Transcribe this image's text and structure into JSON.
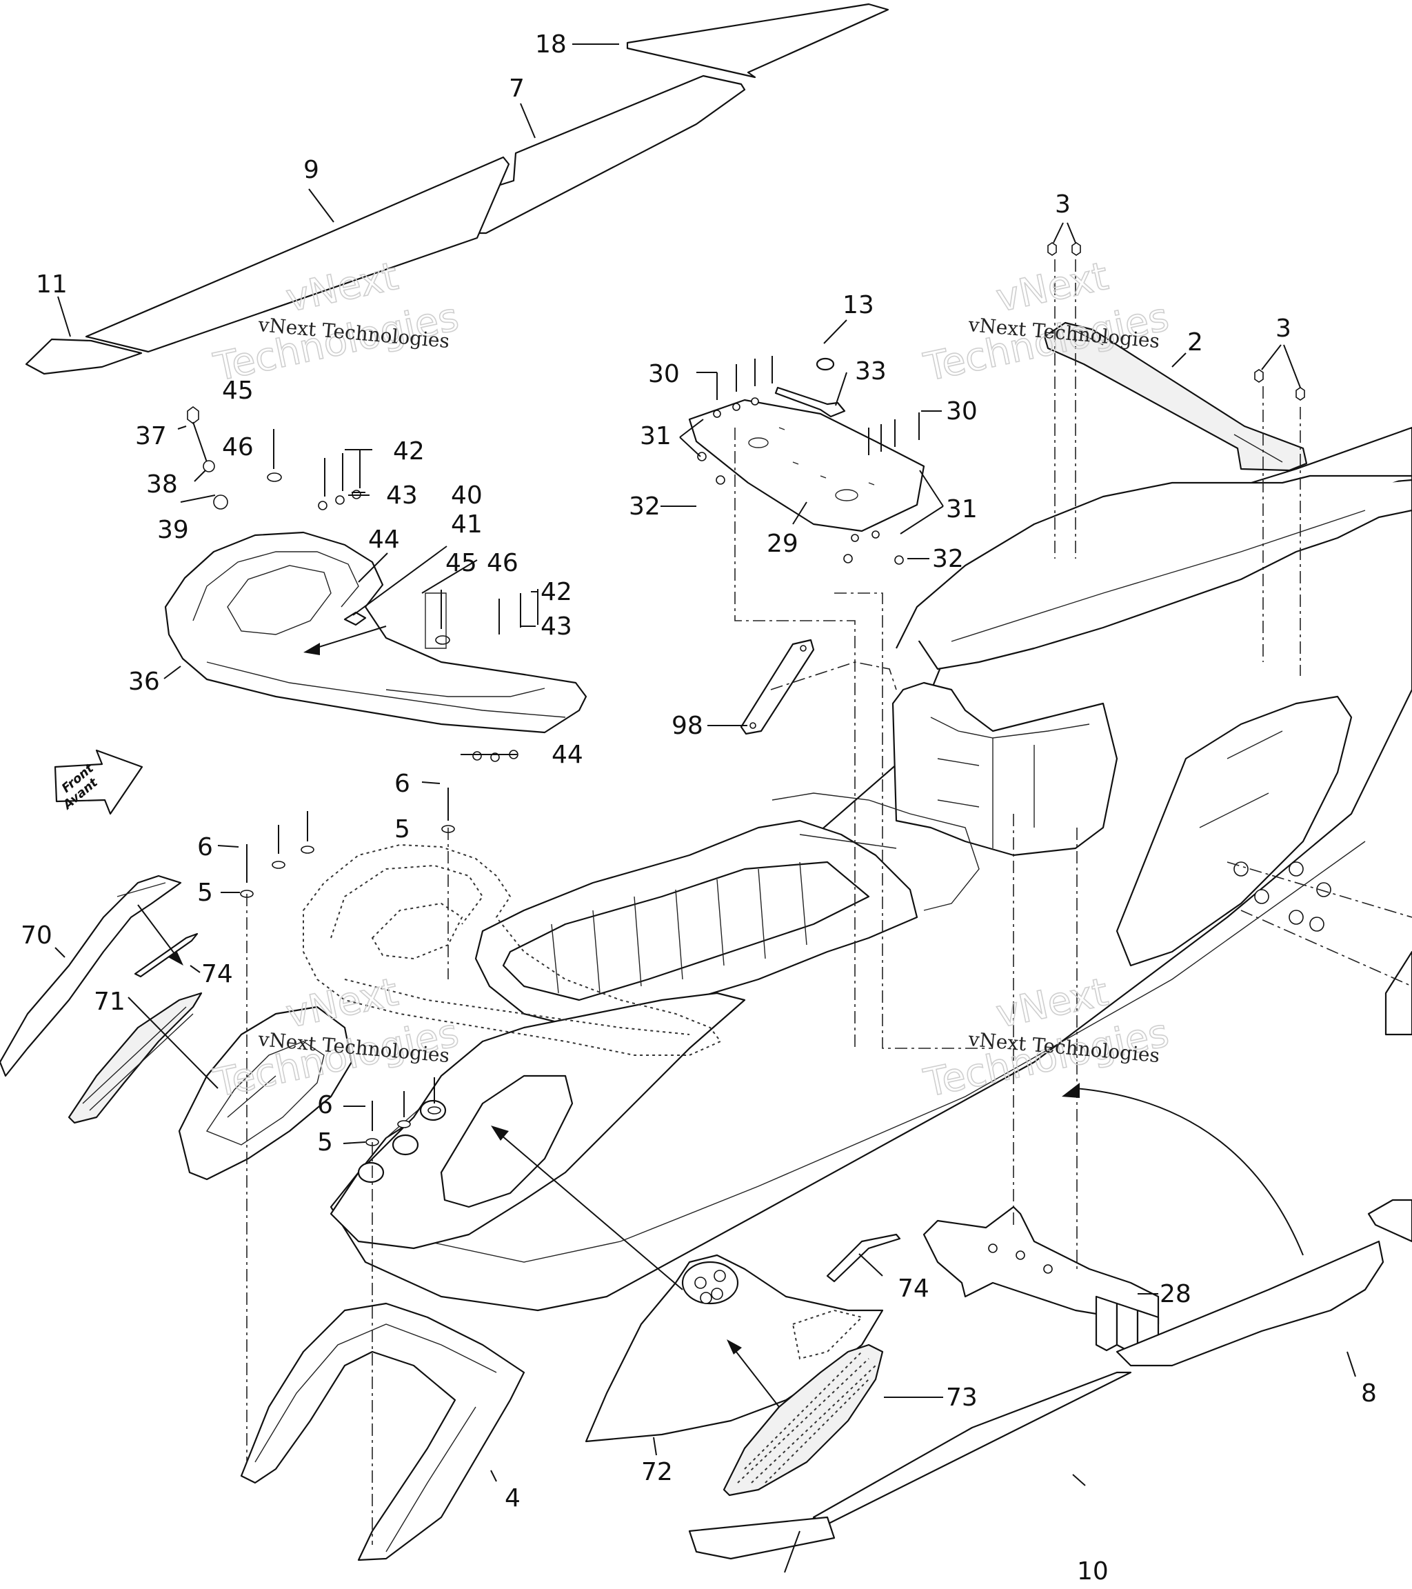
{
  "watermark": {
    "line": "vNext Technologies",
    "ghost_top": "vNext",
    "ghost_bottom": "Technologies"
  },
  "front_arrow": {
    "line1": "Front",
    "line2": "Avant"
  },
  "callouts": {
    "c18": "18",
    "c7": "7",
    "c9": "9",
    "c11": "11",
    "c3a": "3",
    "c3b": "3",
    "c2": "2",
    "c13": "13",
    "c30a": "30",
    "c33": "33",
    "c30b": "30",
    "c31a": "31",
    "c31b": "31",
    "c32a": "32",
    "c32b": "32",
    "c29": "29",
    "c45a": "45",
    "c37": "37",
    "c46a": "46",
    "c38": "38",
    "c39": "39",
    "c42a": "42",
    "c43a": "43",
    "c40": "40",
    "c41": "41",
    "c44a": "44",
    "c45b": "45",
    "c46b": "46",
    "c42b": "42",
    "c43b": "43",
    "c44b": "44",
    "c36": "36",
    "c98": "98",
    "c6a": "6",
    "c5a": "5",
    "c6b": "6",
    "c5b": "5",
    "c6c": "6",
    "c5c": "5",
    "c70": "70",
    "c74a": "74",
    "c71": "71",
    "c74b": "74",
    "c28": "28",
    "c73": "73",
    "c72": "72",
    "c8": "8",
    "c4": "4",
    "c10": "10"
  }
}
